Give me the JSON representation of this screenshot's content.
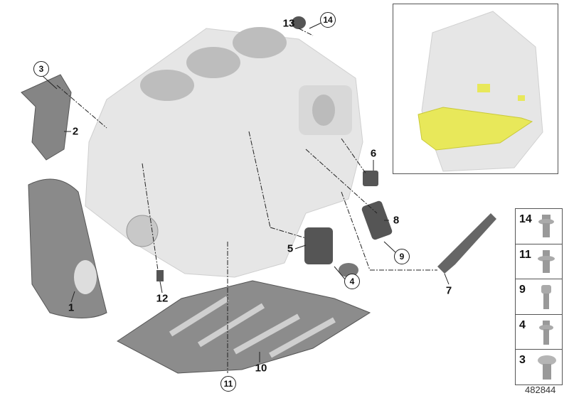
{
  "diagram_number": "482844",
  "callouts": [
    {
      "num": "1",
      "style": "plain"
    },
    {
      "num": "2",
      "style": "plain"
    },
    {
      "num": "3",
      "style": "circled"
    },
    {
      "num": "4",
      "style": "circled"
    },
    {
      "num": "5",
      "style": "plain"
    },
    {
      "num": "6",
      "style": "plain"
    },
    {
      "num": "7",
      "style": "plain"
    },
    {
      "num": "8",
      "style": "plain"
    },
    {
      "num": "9",
      "style": "circled"
    },
    {
      "num": "10",
      "style": "plain"
    },
    {
      "num": "11",
      "style": "circled"
    },
    {
      "num": "12",
      "style": "plain"
    },
    {
      "num": "13",
      "style": "plain"
    },
    {
      "num": "14",
      "style": "circled"
    }
  ],
  "fastener_panel": [
    "14",
    "11",
    "9",
    "4",
    "3"
  ],
  "colors": {
    "highlight": "#e8e85a",
    "part_gray": "#8a8a8a",
    "block_gray": "#e4e4e4"
  }
}
